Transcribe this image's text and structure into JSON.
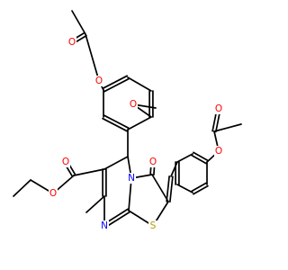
{
  "atom_labels": {
    "o_acetoxy_upper": "O",
    "o_carbonyl_upper": "O",
    "o_methoxy": "O",
    "o_acetoxy_right": "O",
    "o_carbonyl_right": "O",
    "o_ring_ketone": "O",
    "o_ester_carbonyl": "O",
    "o_ester_ether": "O",
    "n_ring_upper": "N",
    "n_ring_lower": "N",
    "s_ring": "S"
  },
  "colors": {
    "oxygen": "#ff0000",
    "nitrogen": "#0000ff",
    "sulfur": "#b0a000",
    "bond": "#000000"
  }
}
